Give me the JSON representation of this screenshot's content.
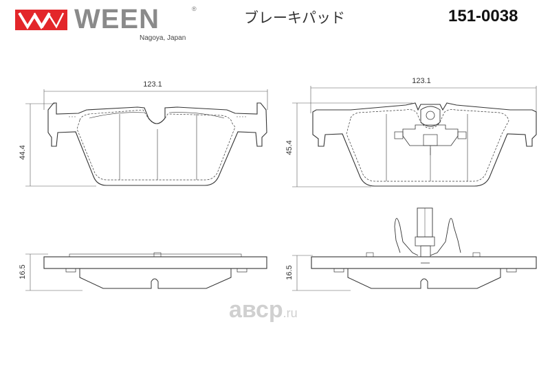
{
  "header": {
    "brand": "WEEN",
    "registered_mark": "®",
    "tagline": "Nagoya, Japan",
    "product_name": "ブレーキパッド",
    "part_number": "151-0038",
    "logo_icon": "ween-w-logo-icon",
    "logo_color": "#e3262a"
  },
  "dimensions": {
    "left_width": "123.1",
    "left_height": "44.4",
    "right_width": "123.1",
    "right_height": "45.4",
    "left_thickness": "16.5",
    "right_thickness": "16.5"
  },
  "watermark": {
    "main": "авср",
    "suffix": ".ru"
  }
}
